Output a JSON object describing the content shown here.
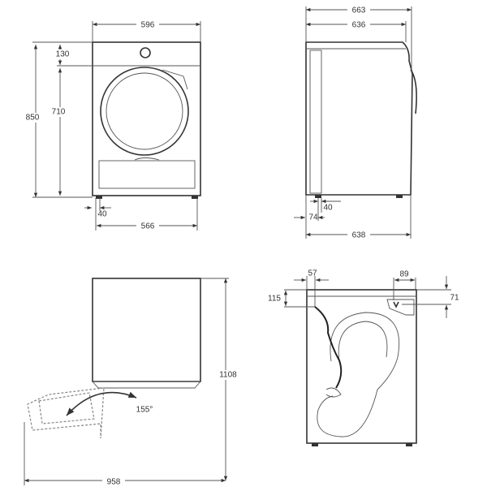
{
  "views": {
    "front": {
      "width": "596",
      "height": "850",
      "top_panel": "130",
      "door_height": "710",
      "foot_offset": "40",
      "foot_span": "566"
    },
    "side": {
      "depth_total": "663",
      "depth_body": "636",
      "foot_offset": "40",
      "back_offset": "74",
      "depth_base": "638"
    },
    "door_open": {
      "total_height": "1108",
      "total_depth": "958",
      "angle": "155°"
    },
    "rear": {
      "left_offset": "57",
      "left_height": "115",
      "right_offset": "89",
      "right_height": "71"
    }
  }
}
